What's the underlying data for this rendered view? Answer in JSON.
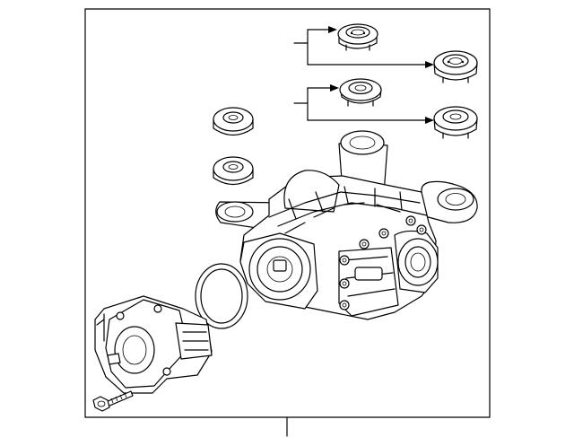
{
  "diagram": {
    "border_color": "#000000",
    "background": "#ffffff",
    "components": [
      "rear-differential-housing",
      "upper-mount-bushing",
      "lower-mount-bushing",
      "insulator-1",
      "insulator-2",
      "insulator-3",
      "insulator-4",
      "gasket-ring",
      "electronic-coupling-unit",
      "mounting-bolt",
      "breather-hose"
    ]
  }
}
